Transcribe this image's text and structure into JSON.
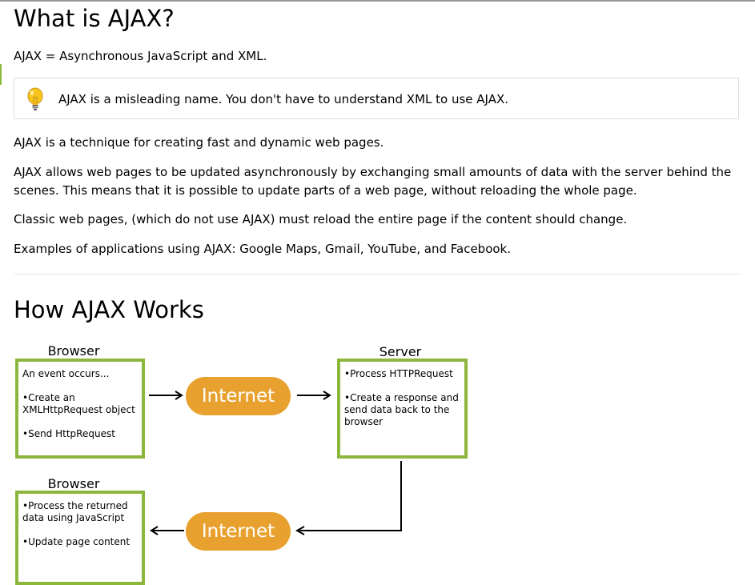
{
  "page": {
    "title": "What is AJAX?",
    "definition": "AJAX = Asynchronous JavaScript and XML.",
    "note": "AJAX is a misleading name. You don't have to understand XML to use AJAX.",
    "para1": "AJAX is a technique for creating fast and dynamic web pages.",
    "para2_line1": "AJAX allows web pages to be updated asynchronously by exchanging small amounts of data with the server behind the",
    "para2_line2": "scenes. This means that it is possible to update parts of a web page, without reloading the whole page.",
    "para3": "Classic web pages, (which do not use AJAX) must reload the entire page if the content should change.",
    "para4": "Examples of applications using AJAX: Google Maps, Gmail, YouTube, and Facebook.",
    "section_title": "How AJAX Works"
  },
  "diagram": {
    "browser1": {
      "title": "Browser",
      "lines": [
        "An event occurs...",
        "",
        "•Create an",
        "XMLHttpRequest object",
        "",
        "•Send HttpRequest"
      ]
    },
    "internet1": "Internet",
    "server": {
      "title": "Server",
      "lines": [
        "•Process HTTPRequest",
        "",
        "•Create a response and",
        "send data back to the",
        "browser"
      ]
    },
    "browser2": {
      "title": "Browser",
      "lines": [
        "•Process the returned",
        "data using JavaScript",
        "",
        "•Update page content"
      ]
    },
    "internet2": "Internet",
    "colors": {
      "box_border": "#8cb63c",
      "pill": "#e8a12e",
      "arrow": "#000000"
    }
  },
  "icons": {
    "note_icon": "lightbulb-icon"
  }
}
